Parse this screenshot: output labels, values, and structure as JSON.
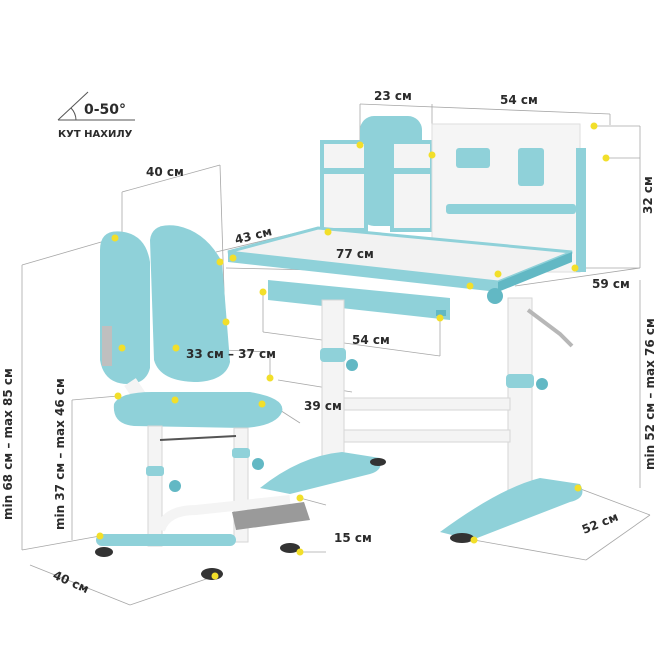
{
  "colors": {
    "accent_blue": "#8fd1d9",
    "accent_blue_dark": "#62b8c4",
    "frame_white": "#f4f4f4",
    "marker_yellow": "#f2df2a",
    "dim_line": "#a7a7a7",
    "text": "#2b2b2b"
  },
  "tilt": {
    "label": "0-50°",
    "caption": "КУТ НАХИЛУ"
  },
  "desk": {
    "shelf_depth": "23 см",
    "board_width": "54 см",
    "board_height": "32 см",
    "top_depth": "43 см",
    "top_width": "77 см",
    "drawer_width": "54 см",
    "base_depth": "59 см",
    "height_range": "min 52 см – max 76 см",
    "foot_length": "52 см"
  },
  "chair": {
    "back_width": "40 см",
    "seat_width": "33 см – 37 см",
    "seat_depth": "39 см",
    "total_height": "min 68 см – max 85 см",
    "seat_height": "min 37 см – max 46 см",
    "footrest_height": "15 см",
    "base_depth": "40 см"
  }
}
